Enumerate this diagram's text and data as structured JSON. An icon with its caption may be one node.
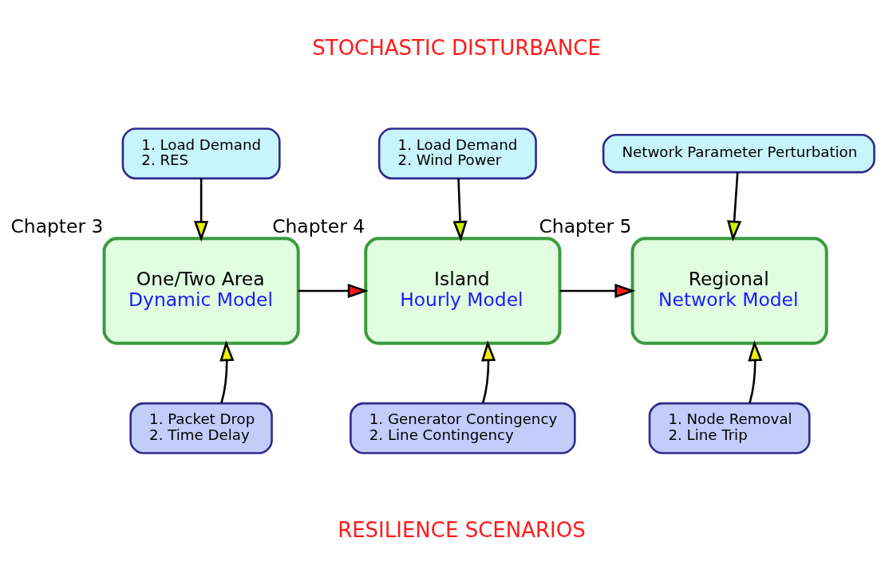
{
  "diagram": {
    "nodes": [
      {
        "text": [
          "1. Load Demand",
          "2. RES"
        ]
      },
      {
        "text": [
          "1. Load Demand",
          "2. Wind Power"
        ]
      },
      {
        "text": [
          "Network Parameter Perturbation"
        ]
      },
      {
        "text": [
          "One/Two Area",
          "Dynamic Model"
        ],
        "beside": [
          "Chapter 3"
        ]
      },
      {
        "text": [
          "Island",
          "Hourly Model"
        ],
        "beside": [
          "Chapter 4"
        ]
      },
      {
        "text": [
          "Regional",
          "Network Model"
        ],
        "beside": [
          "Chapter 5"
        ]
      },
      {
        "text": [
          "1. Packet Drop",
          "2. Time Delay"
        ]
      },
      {
        "text": [
          "1. Generator Contingency",
          "2. Line Contingency"
        ]
      },
      {
        "text": [
          "1. Node Removal",
          "2. Line Trip"
        ]
      }
    ],
    "edges": [
      {
        "from": 0,
        "to": 3,
        "arrow": "to"
      },
      {
        "from": 1,
        "to": 4,
        "arrow": "to"
      },
      {
        "from": 2,
        "to": 5,
        "arrow": "to"
      },
      {
        "from": 3,
        "to": 4,
        "arrow": "to"
      },
      {
        "from": 4,
        "to": 5,
        "arrow": "to"
      },
      {
        "from": 6,
        "to": 3,
        "arrow": "to"
      },
      {
        "from": 7,
        "to": 4,
        "arrow": "to"
      },
      {
        "from": 8,
        "to": 5,
        "arrow": "to"
      }
    ],
    "labels": [
      "STOCHASTIC DISTURBANCE",
      "RESILIENCE SCENARIOS"
    ]
  }
}
